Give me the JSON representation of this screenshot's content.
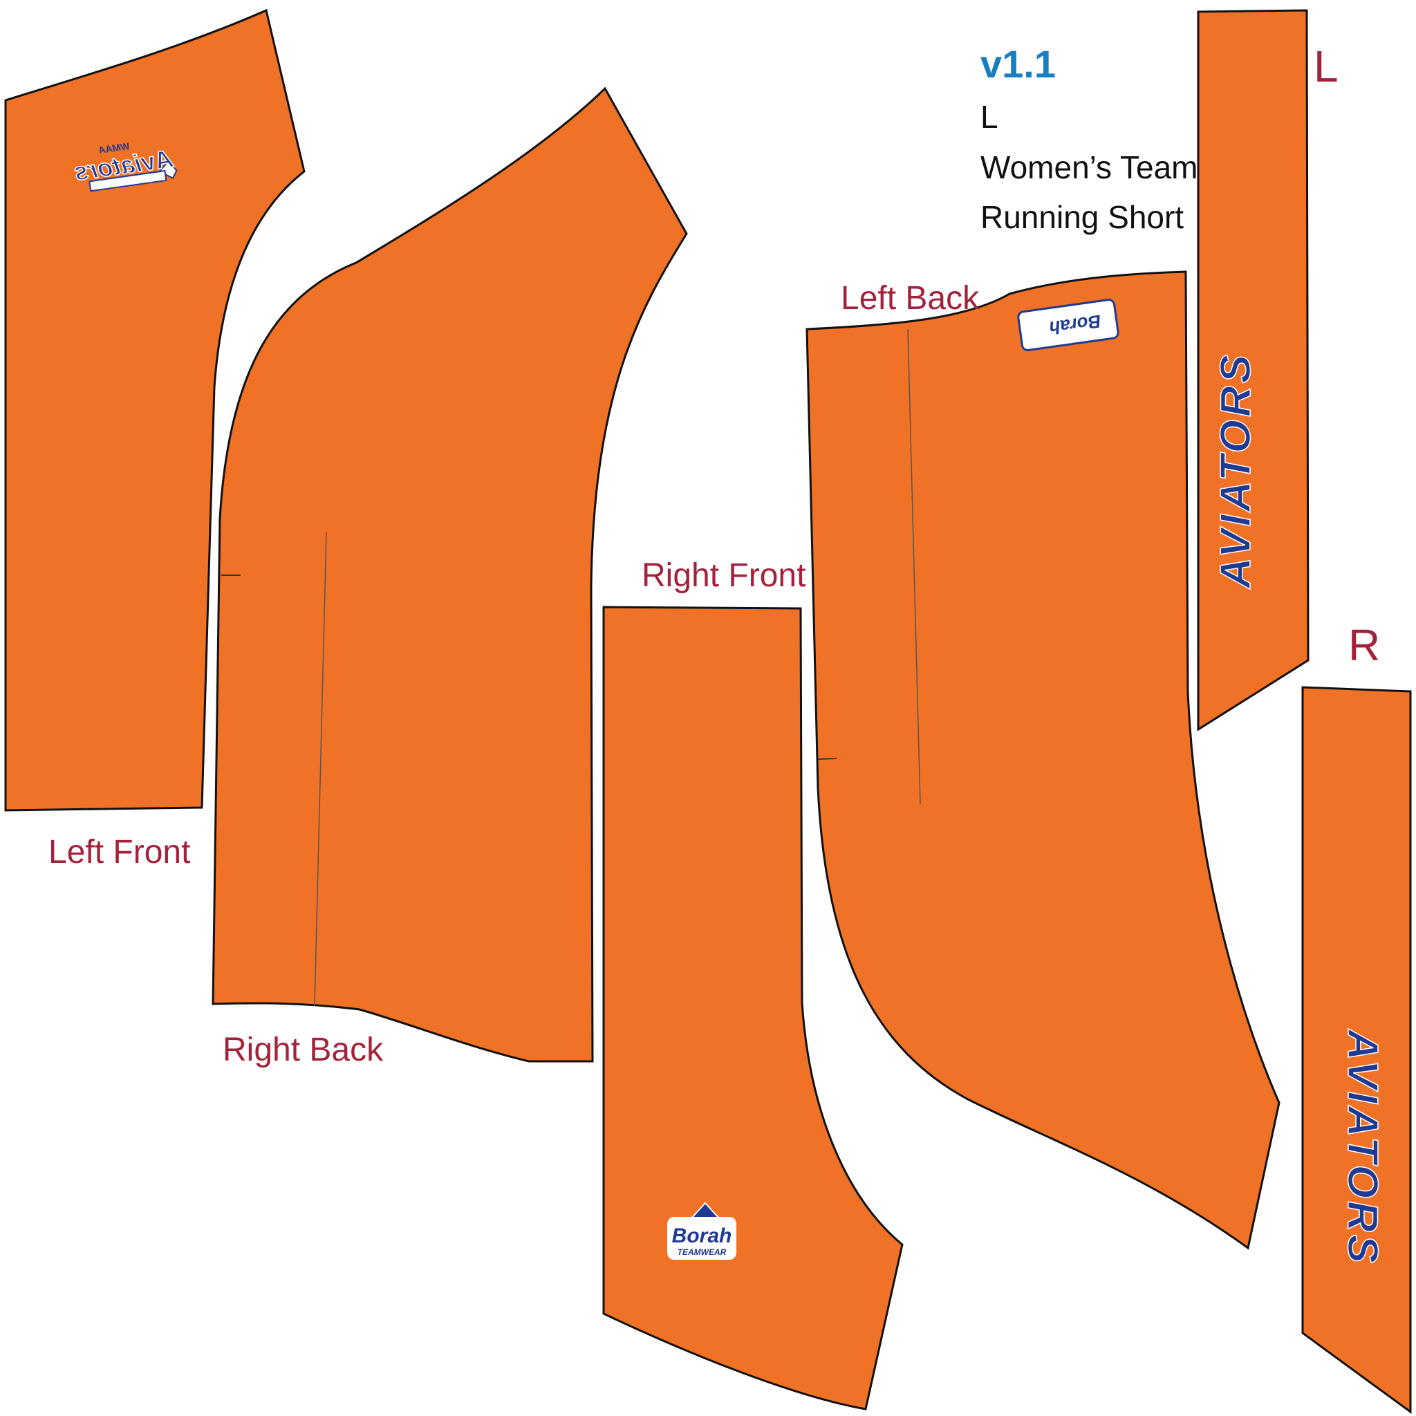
{
  "info": {
    "version": "v1.1",
    "size": "L",
    "line1": "Women’s Team",
    "line2": "Running Short"
  },
  "labels": {
    "left_front": "Left Front",
    "right_back": "Right Back",
    "right_front": "Right Front",
    "left_back": "Left Back",
    "size_left": "L",
    "size_right": "R"
  },
  "graphics": {
    "aviators_logo_text": "Aviators",
    "aviators_logo_sub": "WMAA",
    "borah_logo_text": "Borah",
    "borah_logo_sub": "TEAMWEAR",
    "side_strip_text_left": "AVIATORS",
    "side_strip_text_right": "AVIATORS"
  },
  "colors": {
    "fabric": "#f07227",
    "outline": "#111111",
    "label": "#a3223a",
    "version": "#1a7fc0",
    "navy": "#1f3a93"
  }
}
